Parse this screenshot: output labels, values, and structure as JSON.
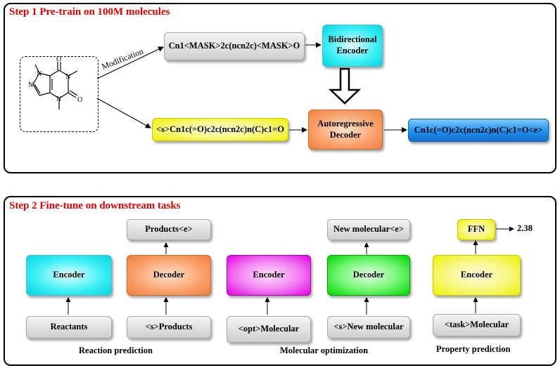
{
  "step1": {
    "title": "Step 1 Pre-train on 100M molecules",
    "modification_label": "Modification",
    "masked_smiles": "Cn1<MASK>2c(ncn2c)<MASK>O",
    "input_smiles": "<s>Cn1c(=O)c2c(ncn2c)n(C)c1=O",
    "bidirectional_encoder": "Bidirectional Encoder",
    "autoregressive_decoder": "Autoregressive Decoder",
    "output_smiles": "Cn1c(=O)c2c(ncn2c)n(C)c1=O<e>"
  },
  "step2": {
    "title": "Step 2 Fine-tune on downstream tasks",
    "reaction": {
      "encoder": "Encoder",
      "decoder": "Decoder",
      "input": "Reactants",
      "decoder_input": "<s>Products",
      "output": "Products<e>",
      "caption": "Reaction prediction"
    },
    "optimization": {
      "encoder": "Encoder",
      "decoder": "Decoder",
      "input": "<opt>Molecular",
      "decoder_input": "<s>New molecular",
      "output": "New molecular<e>",
      "caption": "Molecular optimization"
    },
    "property": {
      "encoder": "Encoder",
      "ffn": "FFN",
      "input": "<task>Molecular",
      "output_value": "2.38",
      "caption": "Property prediction"
    }
  },
  "colors": {
    "title_red": "#e00000",
    "cyan": "#00d6e0",
    "orange": "#ef7f3e",
    "yellow": "#f0f000",
    "blue": "#1e90ee",
    "magenta": "#e000e0",
    "green": "#00d600",
    "gray": "#cfcfcf"
  }
}
